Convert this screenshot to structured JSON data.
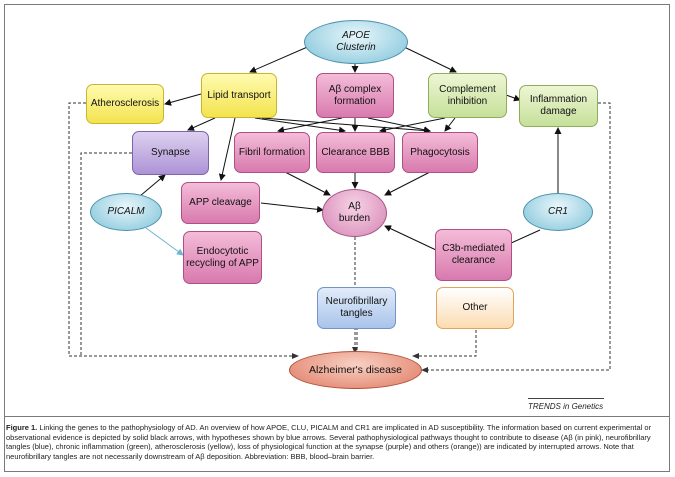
{
  "nodes": {
    "apoe_clusterin": {
      "line1": "APOE",
      "line2": "Clusterin"
    },
    "atherosclerosis": "Atherosclerosis",
    "lipid_transport": "Lipid transport",
    "abeta_complex": {
      "line1": "Aβ complex",
      "line2": "formation"
    },
    "complement_inhibition": {
      "line1": "Complement",
      "line2": "inhibition"
    },
    "inflammation_damage": {
      "line1": "Inflammation",
      "line2": "damage"
    },
    "synapse": "Synapse",
    "fibril_formation": "Fibril formation",
    "clearance_bbb": "Clearance BBB",
    "phagocytosis": "Phagocytosis",
    "picalm": "PICALM",
    "app_cleavage": "APP cleavage",
    "abeta_burden": {
      "line1": "Aβ",
      "line2": "burden"
    },
    "cr1": "CR1",
    "endocytotic_recycling": {
      "line1": "Endocytotic",
      "line2": "recycling of APP"
    },
    "c3b_clearance": {
      "line1": "C3b-mediated",
      "line2": "clearance"
    },
    "neurofibrillary_tangles": {
      "line1": "Neurofibrillary",
      "line2": "tangles"
    },
    "other": "Other",
    "alzheimers_disease": "Alzheimer's disease"
  },
  "credit": "TRENDS in Genetics",
  "caption": {
    "label": "Figure 1.",
    "text": "Linking the genes to the pathophysiology of AD. An overview of how APOE, CLU, PICALM and CR1 are implicated in AD susceptibility. The information based on current experimental or observational evidence is depicted by solid black arrows, with hypotheses shown by blue arrows. Several pathophysiological pathways thought to contribute to disease (Aβ (in pink), neurofibrillary tangles (blue), chronic inflammation (green), atherosclerosis (yellow), loss of physiological function at the synapse (purple) and others (orange)) are indicated by interrupted arrows. Note that neurofibrillary tangles are not necessarily downstream of Aβ deposition. Abbreviation: BBB, blood–brain barrier."
  },
  "colors": {
    "amyloid_pink": "#d87aae",
    "tangles_blue": "#a9c3ea",
    "inflammation_green": "#c6e09a",
    "atherosclerosis_yellow": "#f3e34e",
    "synapse_purple": "#ad93d6",
    "other_orange": "#fbdcb2",
    "hypothesis_arrow": "#7fc3d9"
  }
}
